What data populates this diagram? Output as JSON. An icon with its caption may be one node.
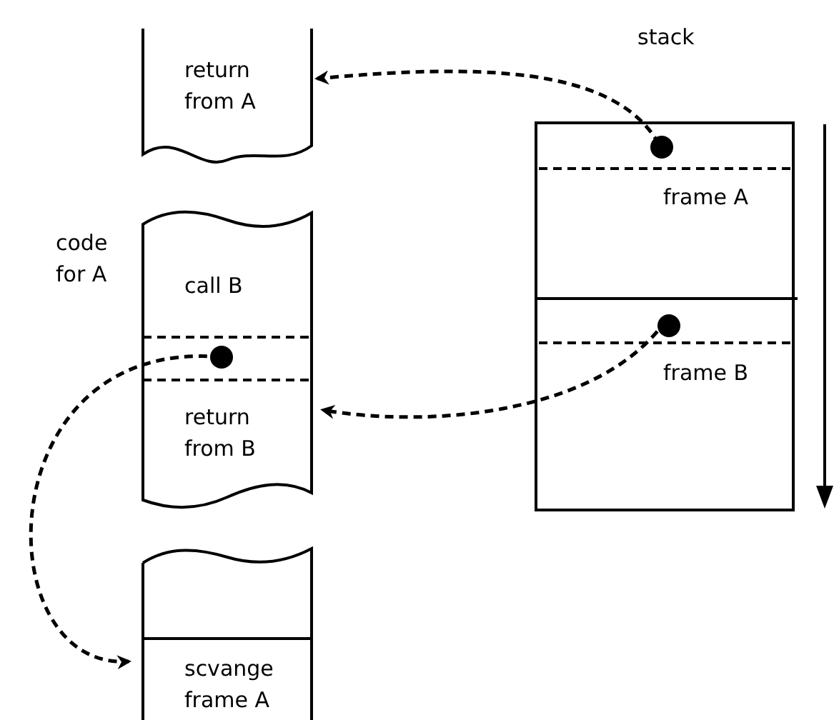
{
  "diagram": {
    "nodes": [
      {
        "text": [
          "return from A"
        ]
      },
      {
        "text": [
          "call B",
          "return from B"
        ],
        "beside": [
          "code for A"
        ]
      },
      {
        "text": [
          "scvange frame A"
        ]
      },
      {
        "text": [
          "stack"
        ]
      },
      {
        "text": [
          "frame A"
        ],
        "in": 3
      },
      {
        "text": [
          "frame B"
        ],
        "in": 3
      }
    ],
    "edges": [
      {
        "from": 4,
        "to": 0,
        "arrow": "to",
        "style": "dashed"
      },
      {
        "from": 5,
        "to": 1,
        "arrow": "to",
        "style": "dashed"
      },
      {
        "from": 1,
        "to": 2,
        "arrow": "to",
        "style": "dashed"
      }
    ]
  }
}
